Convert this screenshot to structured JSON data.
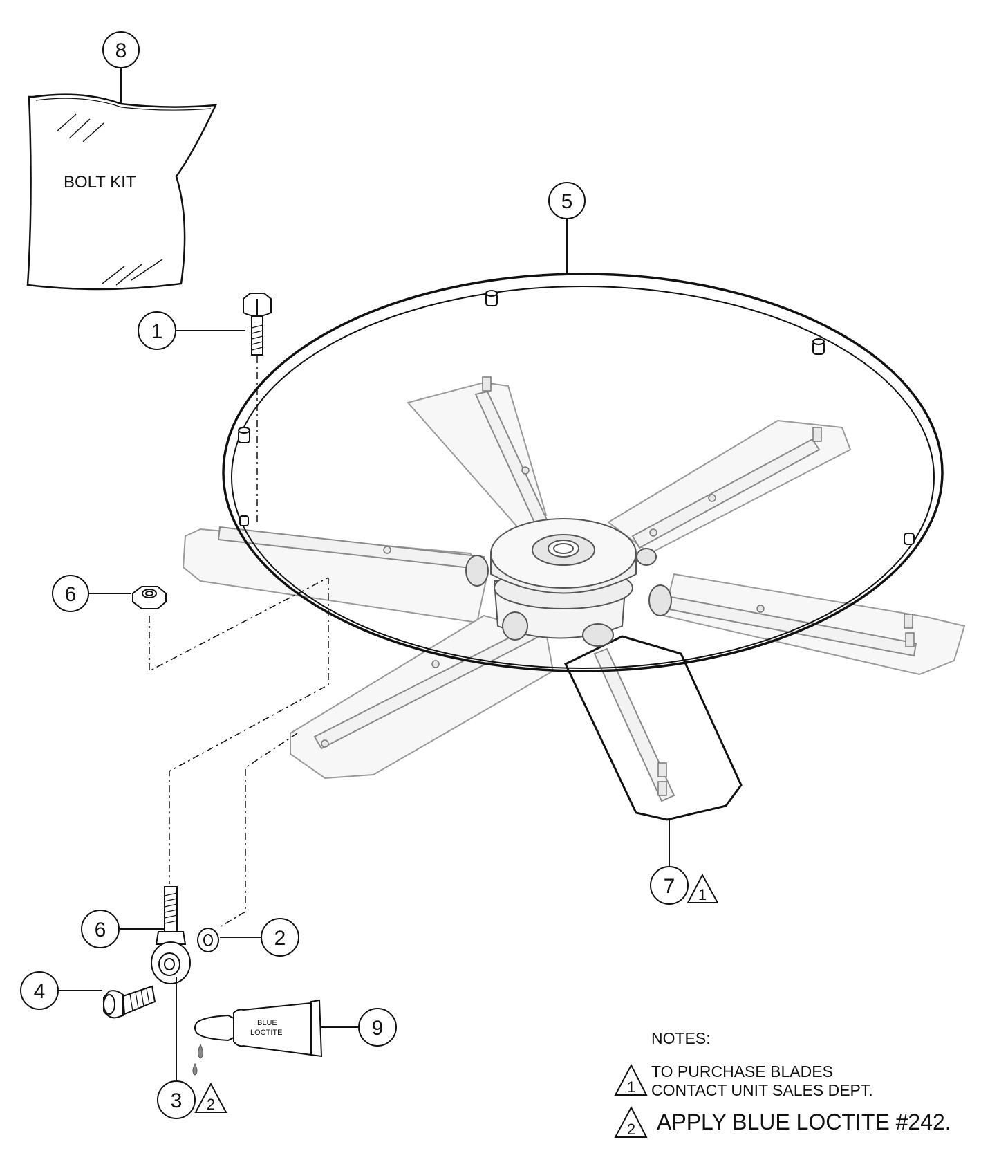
{
  "callouts": {
    "c1": "1",
    "c2": "2",
    "c3": "3",
    "c4": "4",
    "c5": "5",
    "c6a": "6",
    "c6b": "6",
    "c7": "7",
    "c8": "8",
    "c9": "9"
  },
  "triangles": {
    "t7": "1",
    "t3": "2",
    "note1": "1",
    "note2": "2"
  },
  "bolt_kit": {
    "label": "BOLT KIT"
  },
  "tube": {
    "line1": "BLUE",
    "line2": "LOCTITE"
  },
  "notes": {
    "title": "NOTES:",
    "note1_line1": "TO PURCHASE BLADES",
    "note1_line2": "CONTACT UNIT SALES DEPT.",
    "note2": "APPLY BLUE LOCTITE #242."
  }
}
